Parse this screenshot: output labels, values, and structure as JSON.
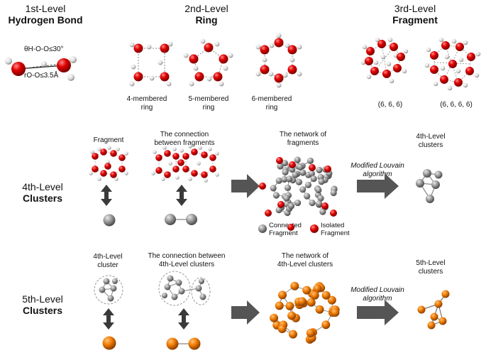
{
  "header": {
    "level1": {
      "top": "1st-Level",
      "bottom": "Hydrogen Bond"
    },
    "level2": {
      "top": "2nd-Level",
      "bottom": "Ring"
    },
    "level3": {
      "top": "3rd-Level",
      "bottom": "Fragment"
    }
  },
  "hbond": {
    "angle": "θH-O-O≤30°",
    "distance": "rO-O≤3.5Å"
  },
  "rings": {
    "r4": {
      "line1": "4-membered",
      "line2": "ring"
    },
    "r5": {
      "line1": "5-membered",
      "line2": "ring"
    },
    "r6": {
      "line1": "6-membered",
      "line2": "ring"
    }
  },
  "fragments": {
    "f1": "(6, 6, 6)",
    "f2": "(6, 6, 6, 6)"
  },
  "row4": {
    "label_top": "4th-Level",
    "label_bottom": "Clusters",
    "fragment": "Fragment",
    "connection_l1": "The connection",
    "connection_l2": "between fragments",
    "network_l1": "The network of",
    "network_l2": "fragments",
    "method_l1": "Modified Louvain",
    "method_l2": "algorithm",
    "result_l1": "4th-Level",
    "result_l2": "clusters",
    "legend_connected_l1": "Connected",
    "legend_connected_l2": "Fragment",
    "legend_isolated_l1": "Isolated",
    "legend_isolated_l2": "Fragment"
  },
  "row5": {
    "label_top": "5th-Level",
    "label_bottom": "Clusters",
    "cluster_l1": "4th-Level",
    "cluster_l2": "cluster",
    "connection_l1": "The connection between",
    "connection_l2": "4th-Level clusters",
    "network_l1": "The network of",
    "network_l2": "4th-Level clusters",
    "method_l1": "Modified Louvain",
    "method_l2": "algorithm",
    "result_l1": "5th-Level",
    "result_l2": "clusters"
  },
  "colors": {
    "oxygen": "#d40000",
    "hydrogen": "#e6e6e6",
    "gray_node": "#8a8a8a",
    "orange_node": "#e87400",
    "arrow": "#555555"
  }
}
